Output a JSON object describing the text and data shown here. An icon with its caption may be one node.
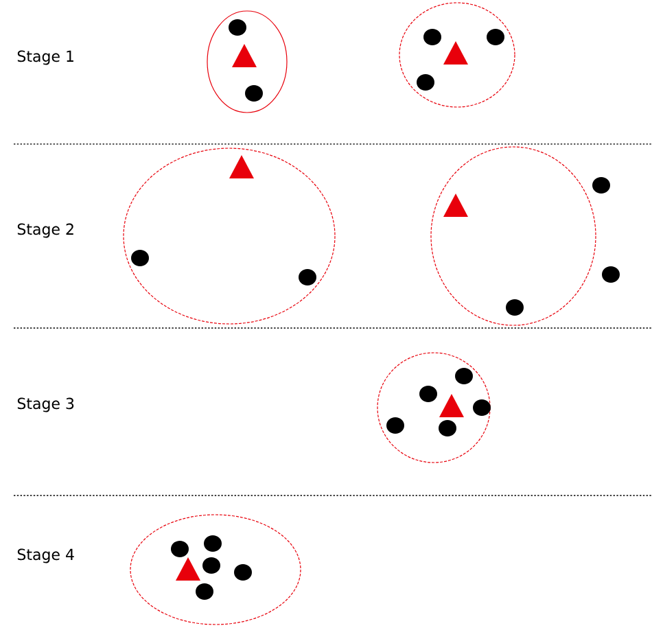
{
  "diagram": {
    "labels": [
      "Stage 1",
      "Stage 2",
      "Stage 3",
      "Stage 4"
    ]
  }
}
